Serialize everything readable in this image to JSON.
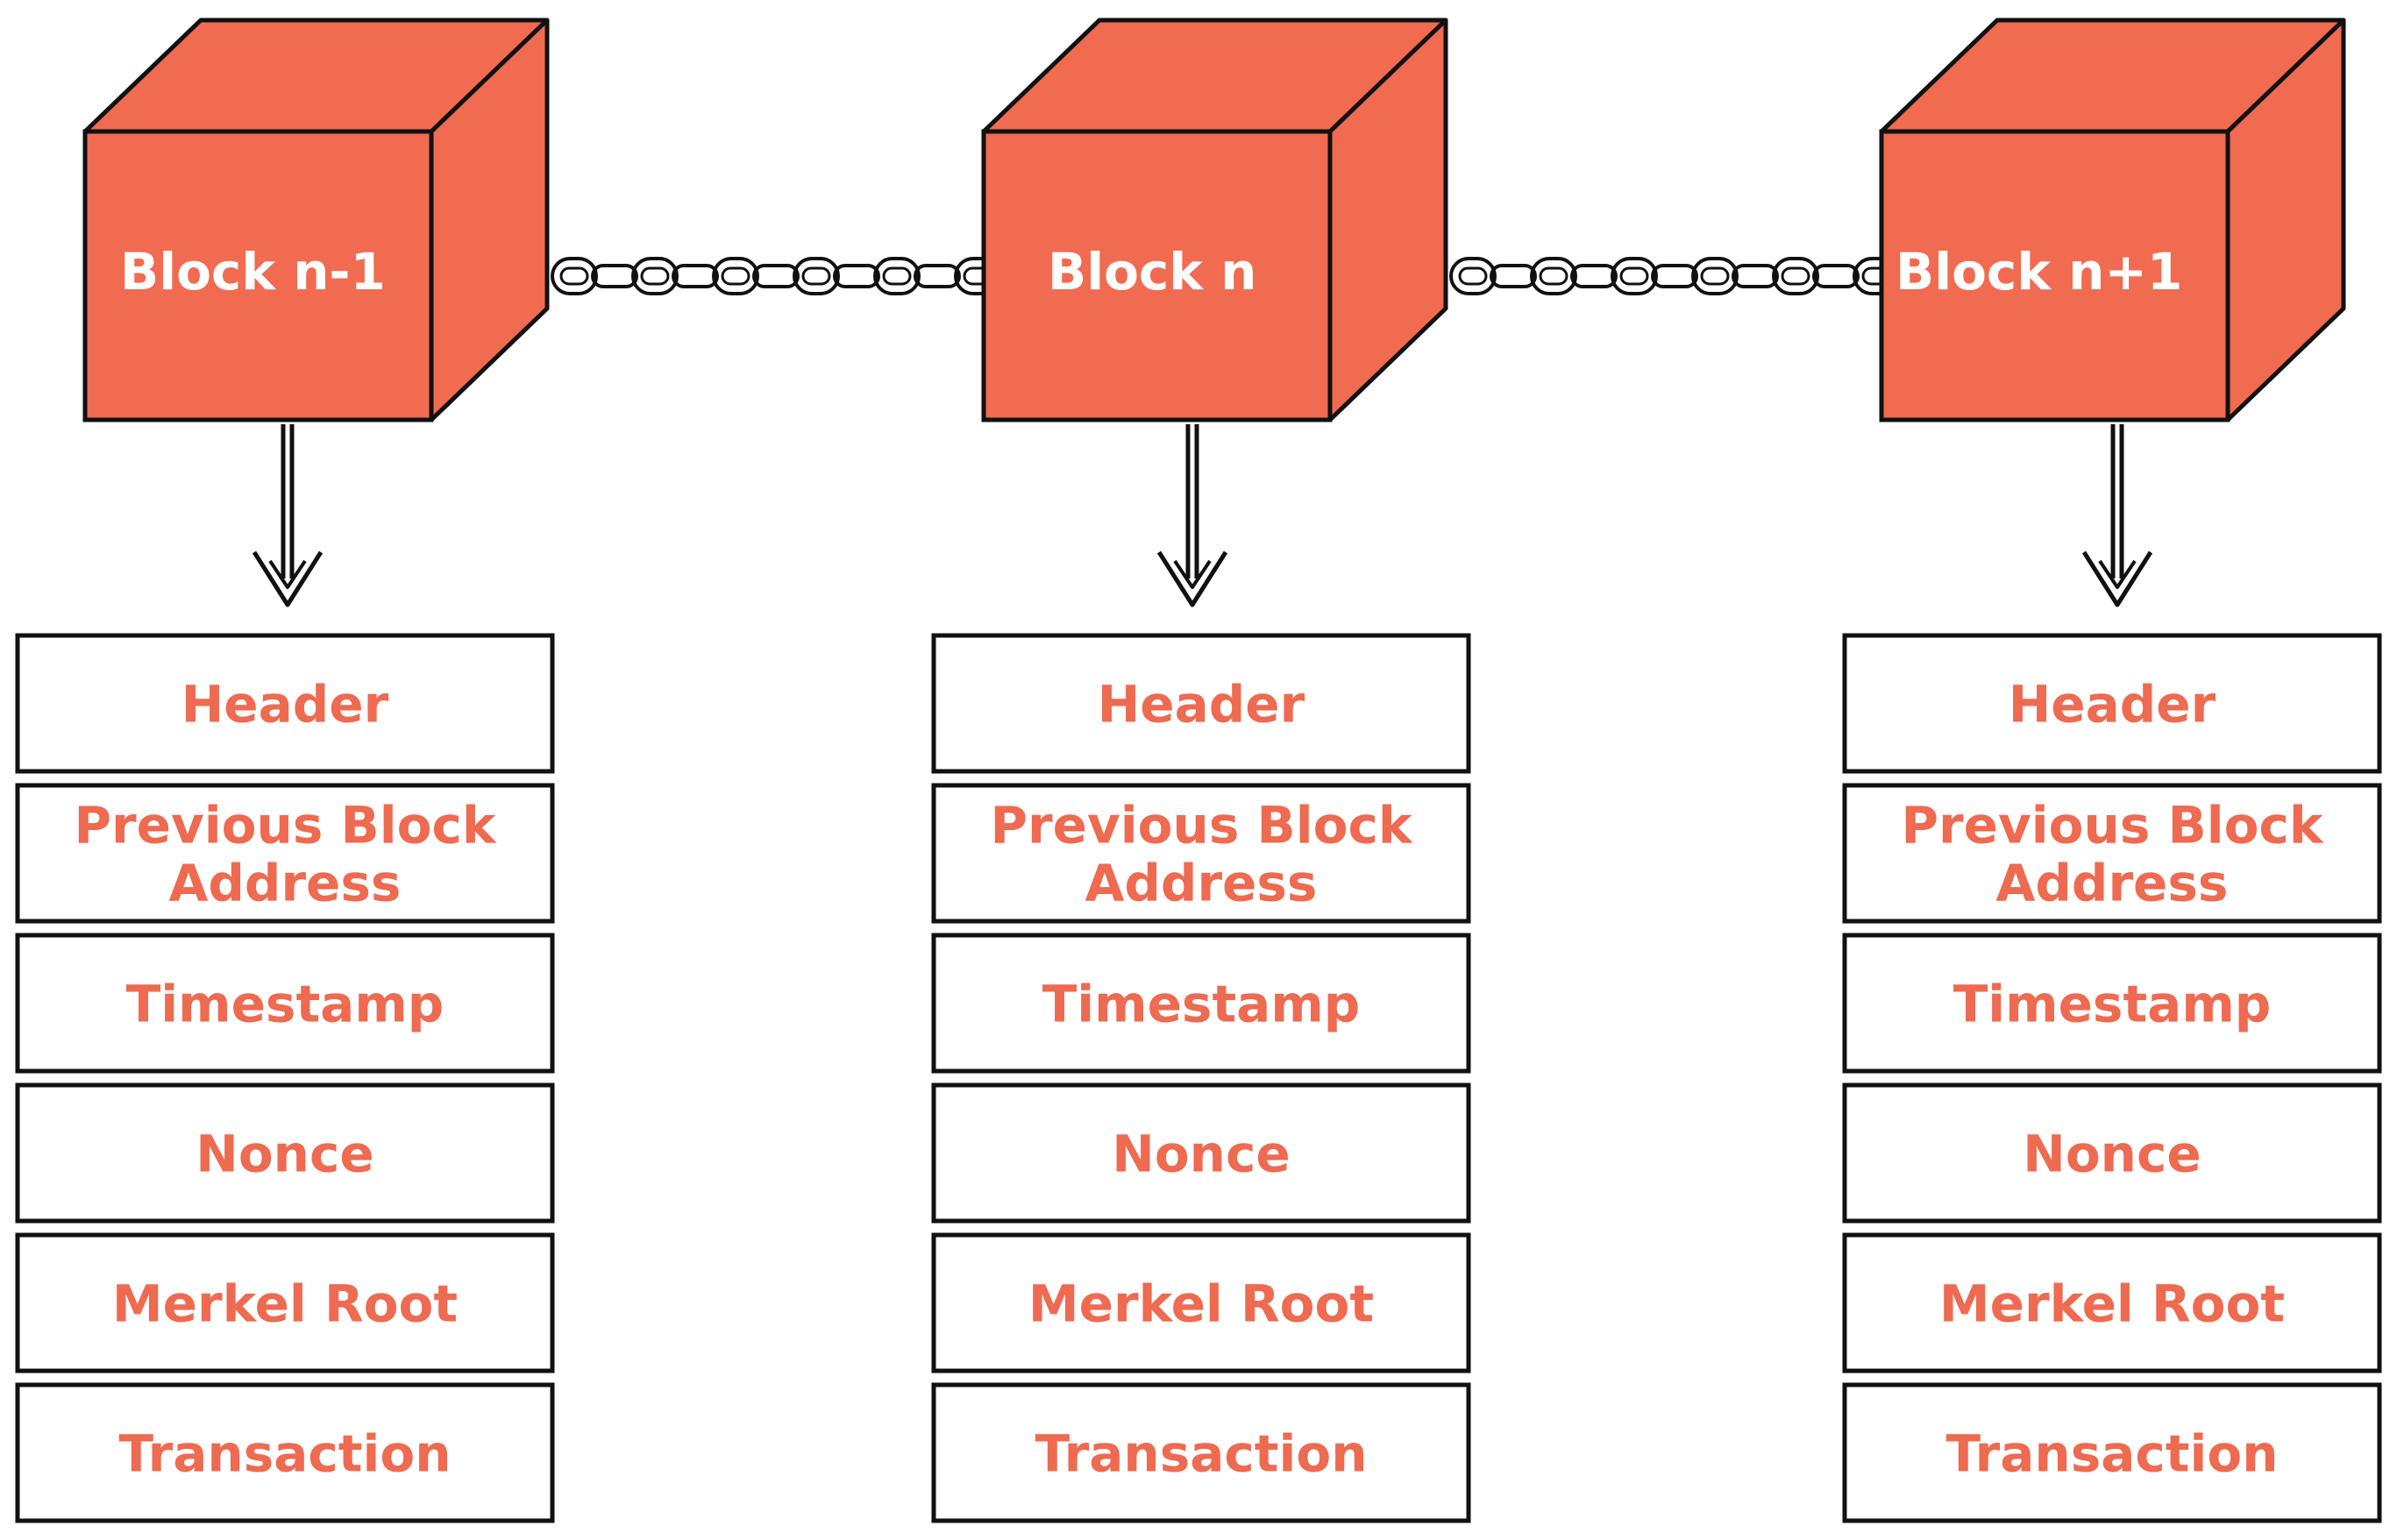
{
  "colors": {
    "block_fill": "#f06b50",
    "field_text": "#ee6a50",
    "outline": "#111111",
    "background": "#ffffff"
  },
  "blocks": [
    {
      "label": "Block n-1",
      "fields": [
        [
          "Header"
        ],
        [
          "Previous Block",
          "Address"
        ],
        [
          "Timestamp"
        ],
        [
          "Nonce"
        ],
        [
          "Merkel Root"
        ],
        [
          "Transaction"
        ]
      ]
    },
    {
      "label": "Block n",
      "fields": [
        [
          "Header"
        ],
        [
          "Previous Block",
          "Address"
        ],
        [
          "Timestamp"
        ],
        [
          "Nonce"
        ],
        [
          "Merkel Root"
        ],
        [
          "Transaction"
        ]
      ]
    },
    {
      "label": "Block n+1",
      "fields": [
        [
          "Header"
        ],
        [
          "Previous Block",
          "Address"
        ],
        [
          "Timestamp"
        ],
        [
          "Nonce"
        ],
        [
          "Merkel Root"
        ],
        [
          "Transaction"
        ]
      ]
    }
  ]
}
